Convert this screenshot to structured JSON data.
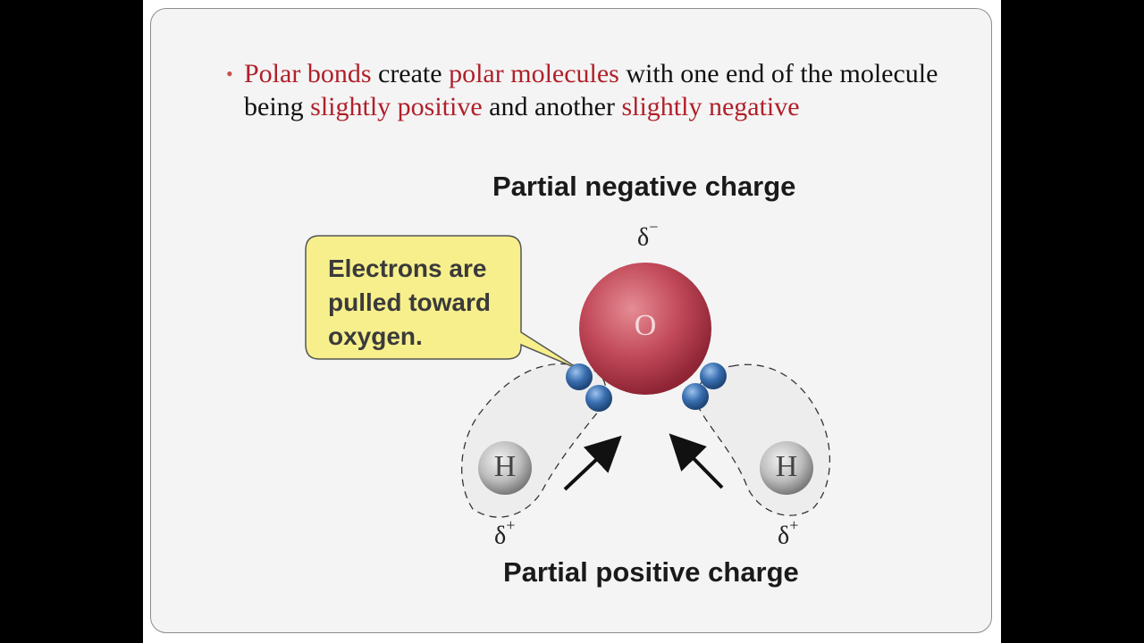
{
  "bullet": {
    "segments": [
      {
        "text": "Polar bonds",
        "red": true
      },
      {
        "text": " create ",
        "red": false
      },
      {
        "text": "polar molecules",
        "red": true
      },
      {
        "text": " with one end of the molecule being ",
        "red": false
      },
      {
        "text": "slightly positive",
        "red": true
      },
      {
        "text": " and another ",
        "red": false
      },
      {
        "text": "slightly negative",
        "red": true
      }
    ]
  },
  "diagram": {
    "top_heading": "Partial negative charge",
    "bottom_heading": "Partial positive charge",
    "callout_lines": [
      "Electrons are",
      "pulled toward",
      "oxygen."
    ],
    "oxygen_label": "O",
    "hydrogen_label": "H",
    "delta_symbol": "δ",
    "negative_sign": "−",
    "positive_sign": "+"
  },
  "colors": {
    "accent_red": "#b0202a",
    "oxygen": "#c24a5a",
    "electron": "#3a6fb0",
    "callout_fill": "#f7ef8c"
  }
}
